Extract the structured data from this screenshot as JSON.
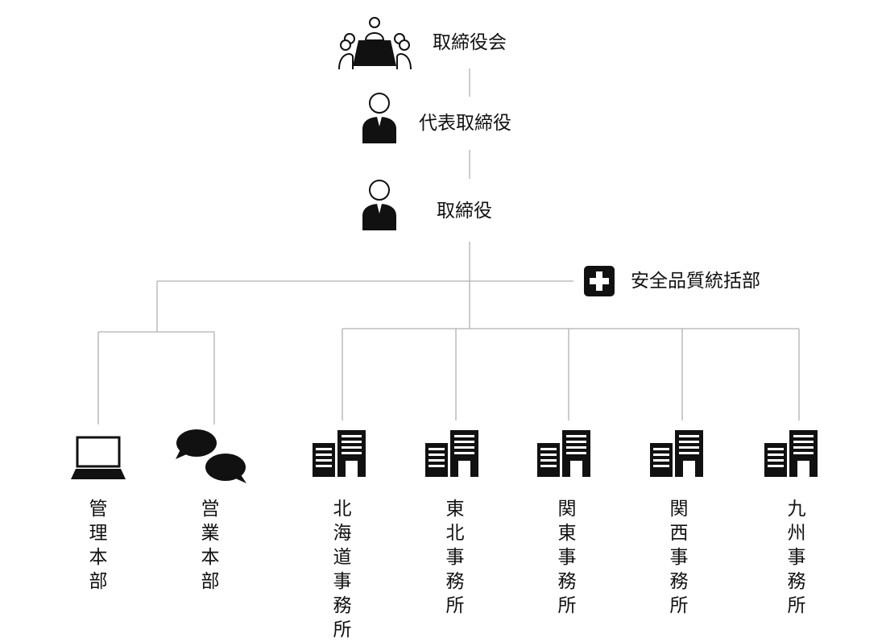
{
  "top_nodes": {
    "board": {
      "label": "取締役会",
      "icon": "meeting-icon"
    },
    "ceo": {
      "label": "代表取締役",
      "icon": "person-icon"
    },
    "director": {
      "label": "取締役",
      "icon": "person-icon"
    }
  },
  "staff_node": {
    "label": "安全品質統括部",
    "icon": "plus-box-icon"
  },
  "departments": [
    {
      "label": "管理本部",
      "icon": "laptop-icon"
    },
    {
      "label": "営業本部",
      "icon": "chat-bubbles-icon"
    }
  ],
  "offices": [
    {
      "label": "北海道事務所",
      "icon": "building-icon"
    },
    {
      "label": "東北事務所",
      "icon": "building-icon"
    },
    {
      "label": "関東事務所",
      "icon": "building-icon"
    },
    {
      "label": "関西事務所",
      "icon": "building-icon"
    },
    {
      "label": "九州事務所",
      "icon": "building-icon"
    }
  ],
  "colors": {
    "line": "#b0b0b0",
    "icon": "#111111"
  }
}
